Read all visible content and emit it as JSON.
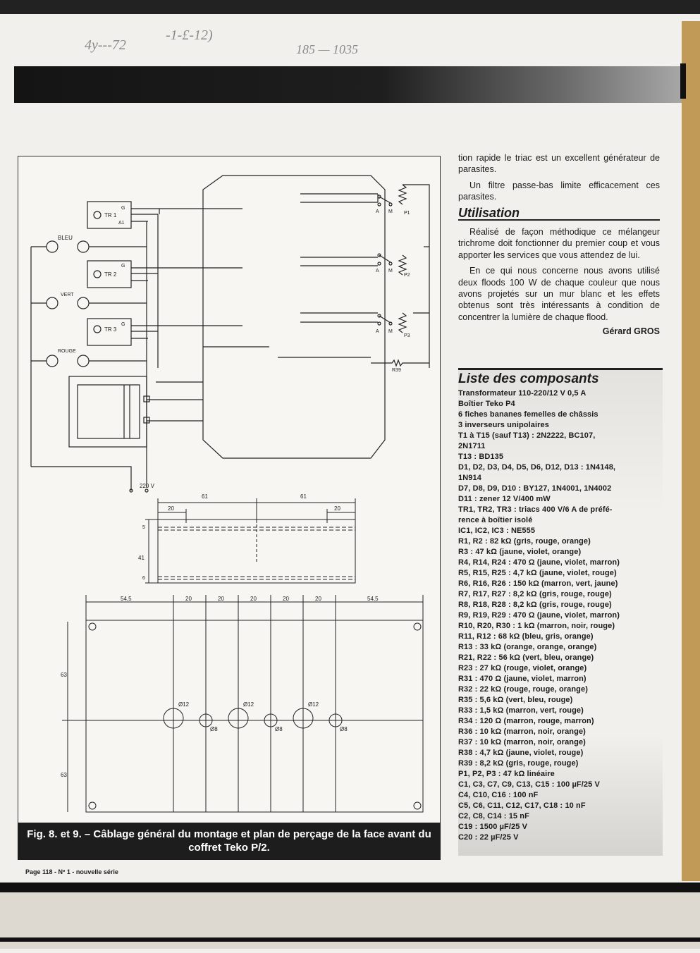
{
  "scribbles": [
    "4y---72",
    "-1-£-12)",
    "185 — 1035"
  ],
  "figure": {
    "transistors": [
      "TR 1",
      "TR 2",
      "TR 3"
    ],
    "pins": {
      "g": "G",
      "a1": "A1"
    },
    "lamps": [
      "BLEU",
      "VERT",
      "ROUGE"
    ],
    "switch_labels": {
      "a": "A",
      "m": "M"
    },
    "pots": [
      "P1",
      "P2",
      "P3"
    ],
    "resistor": "R39",
    "mains": "220 V",
    "dims_top": [
      "61",
      "61",
      "20",
      "20",
      "5",
      "41",
      "6"
    ],
    "dims_bottom": [
      "54,5",
      "20",
      "20",
      "20",
      "20",
      "20",
      "54,5",
      "63",
      "63"
    ],
    "holes": [
      "Ø12",
      "Ø8",
      "Ø12",
      "Ø8",
      "Ø12",
      "Ø8"
    ]
  },
  "caption": "Fig. 8. et 9. – Câblage général du montage et plan de perçage de la face avant du coffret Teko P/2.",
  "footer": "Page 118 - Nº 1 - nouvelle série",
  "text": {
    "p1": "tion rapide le triac est un excellent générateur de parasites.",
    "p2": "Un filtre passe-bas limite efficacement ces parasites.",
    "heading": "Utilisation",
    "p3": "Réalisé de façon méthodique ce mélangeur trichrome doit fonctionner du premier coup et vous apporter les services que vous attendez de lui.",
    "p4": "En ce qui nous concerne nous avons utilisé deux floods 100 W de chaque couleur que nous avons projetés sur un mur blanc et les effets obtenus sont très intéressants à condition de concentrer la lumière de chaque flood.",
    "author": "Gérard GROS"
  },
  "components": {
    "title": "Liste des composants",
    "items": [
      "Transformateur 110-220/12 V 0,5 A",
      "Boîtier Teko P4",
      "6 fiches bananes femelles de châssis",
      "3 inverseurs unipolaires",
      "T1 à T15 (sauf T13) : 2N2222, BC107,",
      "2N1711",
      "T13 : BD135",
      "D1, D2, D3, D4, D5, D6, D12, D13 : 1N4148,",
      "1N914",
      "D7, D8, D9, D10 : BY127, 1N4001, 1N4002",
      "D11 : zener 12 V/400 mW",
      "TR1, TR2, TR3 : triacs 400 V/6 A de préfé-",
      "rence à boîtier isolé",
      "IC1, IC2, IC3 : NE555",
      "R1, R2 : 82 kΩ (gris, rouge, orange)",
      "R3 : 47 kΩ (jaune, violet, orange)",
      "R4, R14, R24 : 470 Ω (jaune, violet, marron)",
      "R5, R15, R25 : 4,7 kΩ (jaune, violet, rouge)",
      "R6, R16, R26 : 150 kΩ (marron, vert, jaune)",
      "R7, R17, R27 : 8,2 kΩ (gris, rouge, rouge)",
      "R8, R18, R28 : 8,2 kΩ (gris, rouge, rouge)",
      "R9, R19, R29 : 470 Ω (jaune, violet, marron)",
      "R10, R20, R30 : 1 kΩ (marron, noir, rouge)",
      "R11, R12 : 68 kΩ (bleu, gris, orange)",
      "R13 : 33 kΩ (orange, orange, orange)",
      "R21, R22 : 56 kΩ (vert, bleu, orange)",
      "R23 : 27 kΩ (rouge, violet, orange)",
      "R31 : 470 Ω (jaune, violet, marron)",
      "R32 : 22 kΩ (rouge, rouge, orange)",
      "R35 : 5,6 kΩ (vert, bleu, rouge)",
      "R33 : 1,5 kΩ (marron, vert, rouge)",
      "R34 : 120 Ω (marron, rouge, marron)",
      "R36 : 10 kΩ (marron, noir, orange)",
      "R37 : 10 kΩ (marron, noir, orange)",
      "R38 : 4,7 kΩ (jaune, violet, rouge)",
      "R39 : 8,2 kΩ (gris, rouge, rouge)",
      "P1, P2, P3 : 47 kΩ linéaire",
      "C1, C3, C7, C9, C13, C15 : 100 µF/25 V",
      "C4, C10, C16 : 100 nF",
      "C5, C6, C11, C12, C17, C18 : 10 nF",
      "C2, C8, C14 : 15 nF",
      "C19 : 1500 µF/25 V",
      "C20 : 22 µF/25 V"
    ]
  }
}
